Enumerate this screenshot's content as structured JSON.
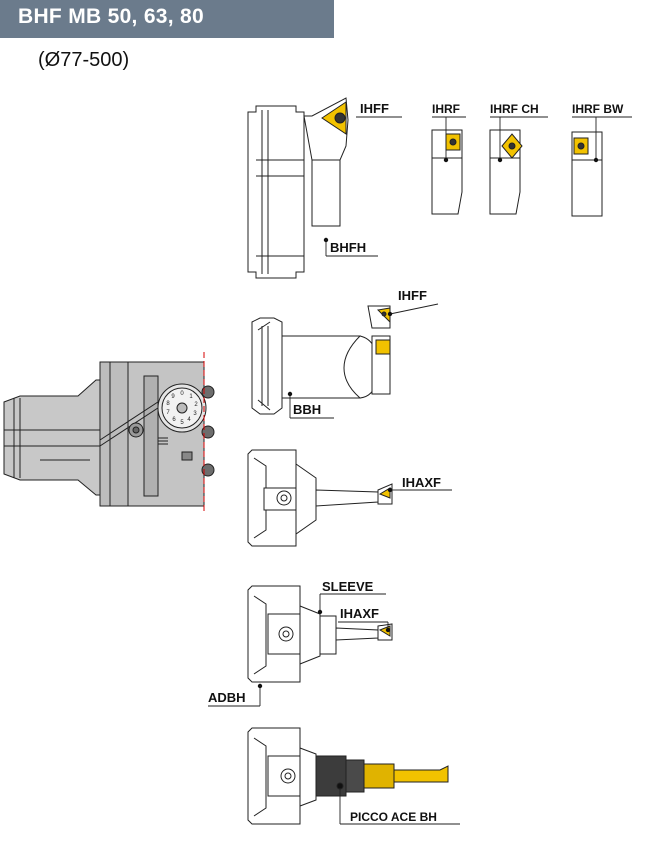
{
  "header": {
    "title": "BHF MB 50, 63, 80",
    "range": "(Ø77-500)"
  },
  "labels": {
    "ihff_top": "IHFF",
    "ihrf": "IHRF",
    "ihrf_ch": "IHRF CH",
    "ihrf_bw": "IHRF BW",
    "bhfh": "BHFH",
    "ihff_mid": "IHFF",
    "bbh": "BBH",
    "ihaxf_1": "IHAXF",
    "sleeve": "SLEEVE",
    "ihaxf_2": "IHAXF",
    "adbh": "ADBH",
    "picco": "PICCO ACE BH"
  },
  "dial_digits": [
    "0",
    "1",
    "2",
    "3",
    "4",
    "5",
    "6",
    "7",
    "8",
    "9"
  ],
  "colors": {
    "header_bg": "#6b7b8c",
    "part_gray": "#bfbfbf",
    "insert_yellow": "#f2c200",
    "outline": "#222222"
  }
}
